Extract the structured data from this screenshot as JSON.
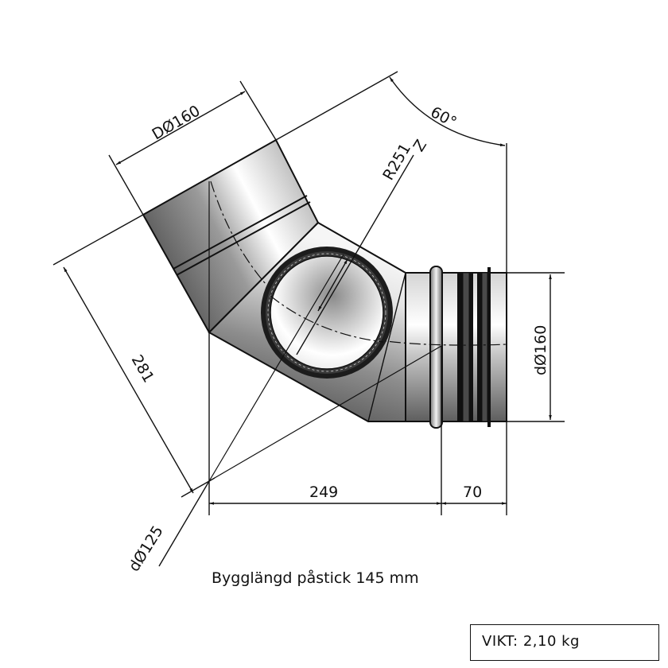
{
  "drawing": {
    "type": "technical-drawing",
    "subject": "60 degree pipe bend with side branch",
    "dimensions": {
      "socket_diameter": "DØ160",
      "spigot_diameter": "dØ160",
      "branch_diameter": "dØ125",
      "radius": "R251",
      "angle": "60°",
      "length_diagonal": "281",
      "length_horizontal": "249",
      "spigot_length": "70",
      "axis_label": "Z"
    },
    "caption": "Bygglängd påstick 145 mm",
    "weight": "VIKT: 2,10 kg",
    "colors": {
      "line": "#111111",
      "body_dark": "#5a5a5a",
      "body_light": "#f4f4f4",
      "gasket": "#1a1a1a"
    }
  }
}
